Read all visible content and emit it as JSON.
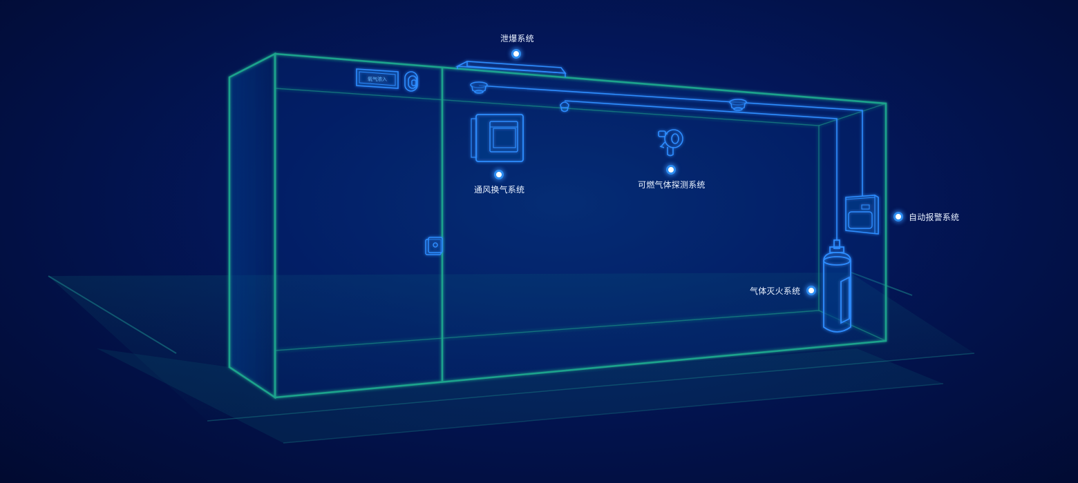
{
  "colors": {
    "frame": "#1fa38c",
    "device": "#2e8dff",
    "device_glow": "#3aa0ff",
    "dot_ring": "#2d8cf0",
    "label_text": "#eaf2ff"
  },
  "device_sign_text": "氧气浓入",
  "systems": [
    {
      "id": "explosion-vent",
      "label": "泄爆系统",
      "icon": "vent-panel-icon"
    },
    {
      "id": "ventilation",
      "label": "通风换气系统",
      "icon": "ventilation-fan-icon"
    },
    {
      "id": "gas-detection",
      "label": "可燃气体探测系统",
      "icon": "gas-detector-icon"
    },
    {
      "id": "auto-alarm",
      "label": "自动报警系统",
      "icon": "alarm-control-panel-icon"
    },
    {
      "id": "gas-suppression",
      "label": "气体灭火系统",
      "icon": "gas-cylinder-icon"
    }
  ]
}
